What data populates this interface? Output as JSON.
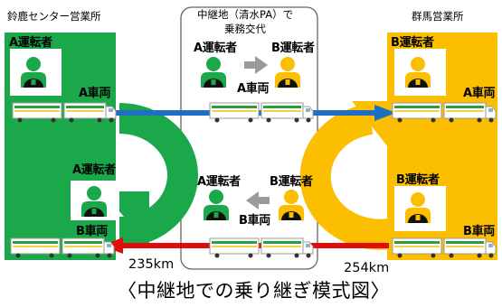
{
  "left_office": {
    "title": "鈴鹿センター営業所"
  },
  "right_office": {
    "title": "群馬営業所"
  },
  "relay_point": {
    "line1": "中継地（清水PA）で",
    "line2": "乗務交代"
  },
  "labels": {
    "driver_a": "A運転者",
    "driver_b": "B運転者",
    "vehicle_a": "A車両",
    "vehicle_b": "B車両"
  },
  "distances": {
    "left": "235km",
    "right": "254km"
  },
  "caption": "〈中継地での乗り継ぎ模式図〉",
  "colors": {
    "left_office": "#1aa84b",
    "right_office": "#fcbe00",
    "driver_a": "#1aa84b",
    "driver_b": "#fcbe00",
    "arrow_blue": "#1f6fc0",
    "arrow_red": "#e30b0b",
    "arrow_swap": "#9a9a9a",
    "truck_stripe": "#2e9e3c",
    "truck_body": "#ffffff"
  }
}
